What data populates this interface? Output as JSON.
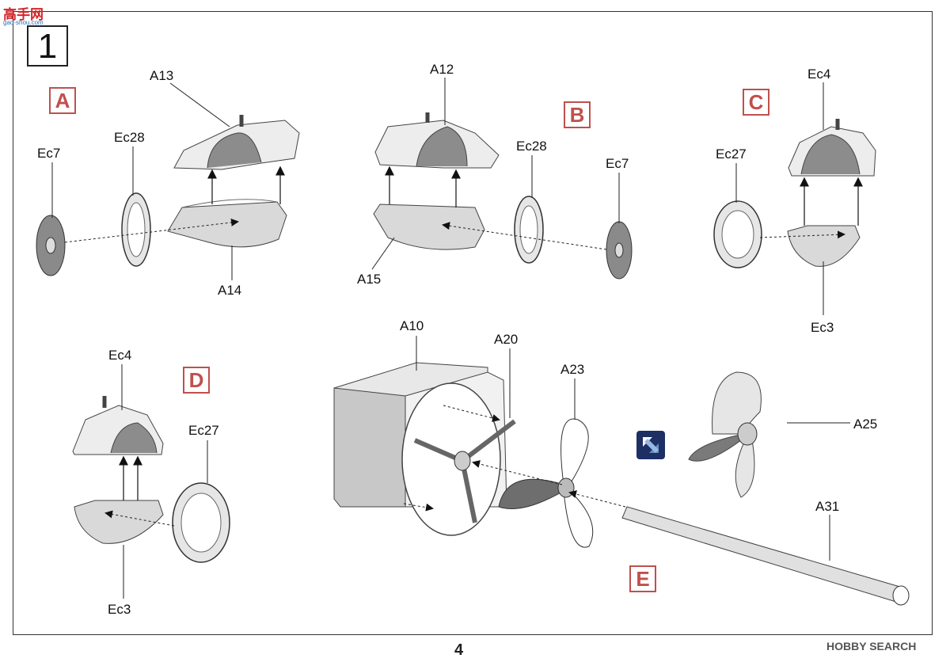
{
  "page": {
    "step_number": "1",
    "page_number": "4"
  },
  "watermarks": {
    "top_left": "高手网",
    "top_left_sub": "gao-shou.com",
    "bottom_right": "HOBBY SEARCH"
  },
  "sections": {
    "A": {
      "tag": "A",
      "labels": {
        "ec7": "Ec7",
        "ec28": "Ec28",
        "a13": "A13",
        "a14": "A14"
      }
    },
    "B": {
      "tag": "B",
      "labels": {
        "a12": "A12",
        "ec28": "Ec28",
        "ec7": "Ec7",
        "a15": "A15"
      }
    },
    "C": {
      "tag": "C",
      "labels": {
        "ec4": "Ec4",
        "ec27": "Ec27",
        "ec3": "Ec3"
      }
    },
    "D": {
      "tag": "D",
      "labels": {
        "ec4": "Ec4",
        "ec27": "Ec27",
        "ec3": "Ec3"
      }
    },
    "E": {
      "tag": "E",
      "labels": {
        "a10": "A10",
        "a20": "A20",
        "a23": "A23",
        "a25": "A25",
        "a31": "A31"
      }
    }
  },
  "icons": {
    "rotate": "rotate-arrow-icon"
  },
  "colors": {
    "section_tag": "#c0504d",
    "part_fill": "#d8d8d8",
    "part_shadow": "#7a7a7a",
    "icon_bg": "#1d2f63"
  }
}
